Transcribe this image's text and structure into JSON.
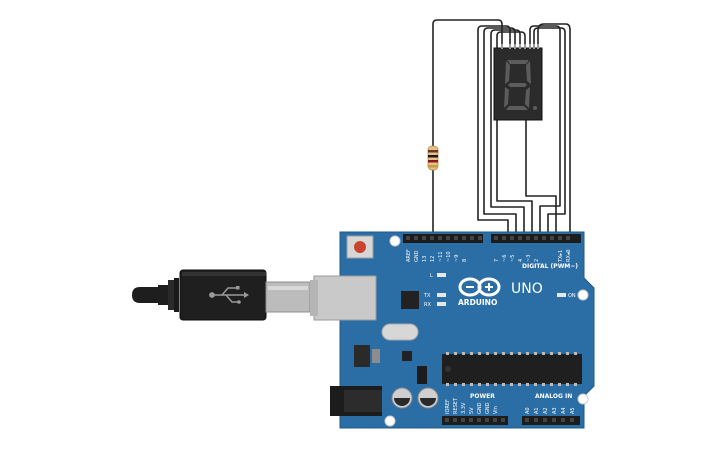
{
  "board": {
    "brand": "ARDUINO",
    "model": "UNO",
    "on_label": "ON",
    "l_label": "L",
    "tx_label": "TX",
    "rx_label": "RX",
    "digital_header": "DIGITAL (PWM~)",
    "power_header": "POWER",
    "analog_header": "ANALOG IN",
    "top_pins": [
      "AREF",
      "GND",
      "13",
      "12",
      "~11",
      "~10",
      "~9",
      "8",
      "7",
      "~6",
      "~5",
      "4",
      "~3",
      "2",
      "TX▸1",
      "RX◂0"
    ],
    "power_pins": [
      "IOREF",
      "RESET",
      "3.3V",
      "5V",
      "GND",
      "GND",
      "Vin"
    ],
    "analog_pins": [
      "A0",
      "A1",
      "A2",
      "A3",
      "A4",
      "A5"
    ]
  },
  "display": {
    "digit": "8",
    "segment_color": "#5a5a5a",
    "body_color": "#2b2b2b"
  },
  "colors": {
    "board": "#2b6ea6",
    "wire": "#222222",
    "usb_cable": "#1e1e1e",
    "reset_button": "#c9432f",
    "resistor_body": "#e8c08a"
  },
  "components": [
    "resistor",
    "usb-cable",
    "seven-segment-display",
    "arduino-uno"
  ]
}
